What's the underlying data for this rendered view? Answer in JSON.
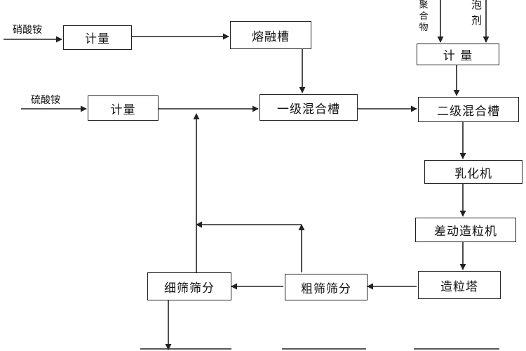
{
  "inputs": {
    "ammonium_nitrate": "硝酸铵",
    "ammonium_sulfate": "硫酸铵",
    "polymer": "聚合物",
    "foaming_agent": "泡剂"
  },
  "boxes": {
    "meter_1": "计量",
    "melt_tank": "熔融槽",
    "meter_2": "计量",
    "mix_tank_1": "一级混合槽",
    "meter_3": "计  量",
    "mix_tank_2": "二级混合槽",
    "emulsifier": "乳化机",
    "granulator": "差动造粒机",
    "prill_tower": "造粒塔",
    "coarse_screen": "粗筛筛分",
    "fine_screen": "细筛筛分"
  },
  "colors": {
    "line": "#222222",
    "box_border": "#222222"
  }
}
